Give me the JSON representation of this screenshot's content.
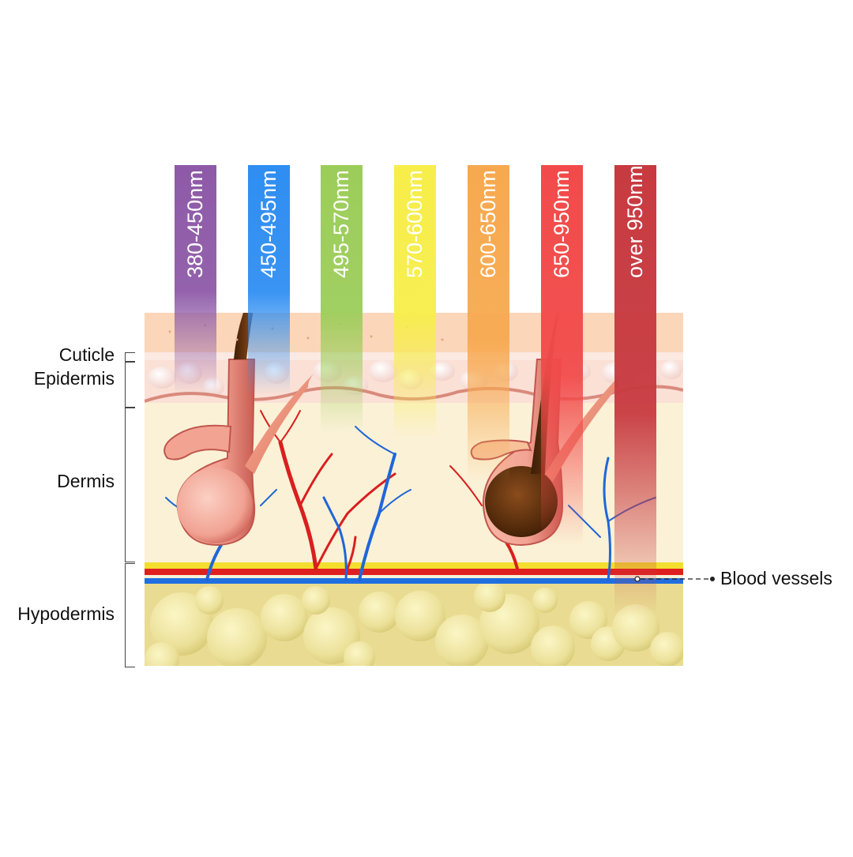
{
  "layers": {
    "cuticle": "Cuticle",
    "epidermis": "Epidermis",
    "dermis": "Dermis",
    "hypodermis": "Hypodermis"
  },
  "callout": {
    "blood_vessels": "Blood vessels"
  },
  "bands": [
    {
      "label": "380-450nm",
      "color": "#8e5aa8"
    },
    {
      "label": "450-495nm",
      "color": "#2f8ef2"
    },
    {
      "label": "495-570nm",
      "color": "#9ccd5a"
    },
    {
      "label": "570-600nm",
      "color": "#f7ee4a"
    },
    {
      "label": "600-650nm",
      "color": "#f7a94f"
    },
    {
      "label": "650-950nm",
      "color": "#f24a4a"
    },
    {
      "label": "over  950nm",
      "color": "#c73a40"
    }
  ]
}
